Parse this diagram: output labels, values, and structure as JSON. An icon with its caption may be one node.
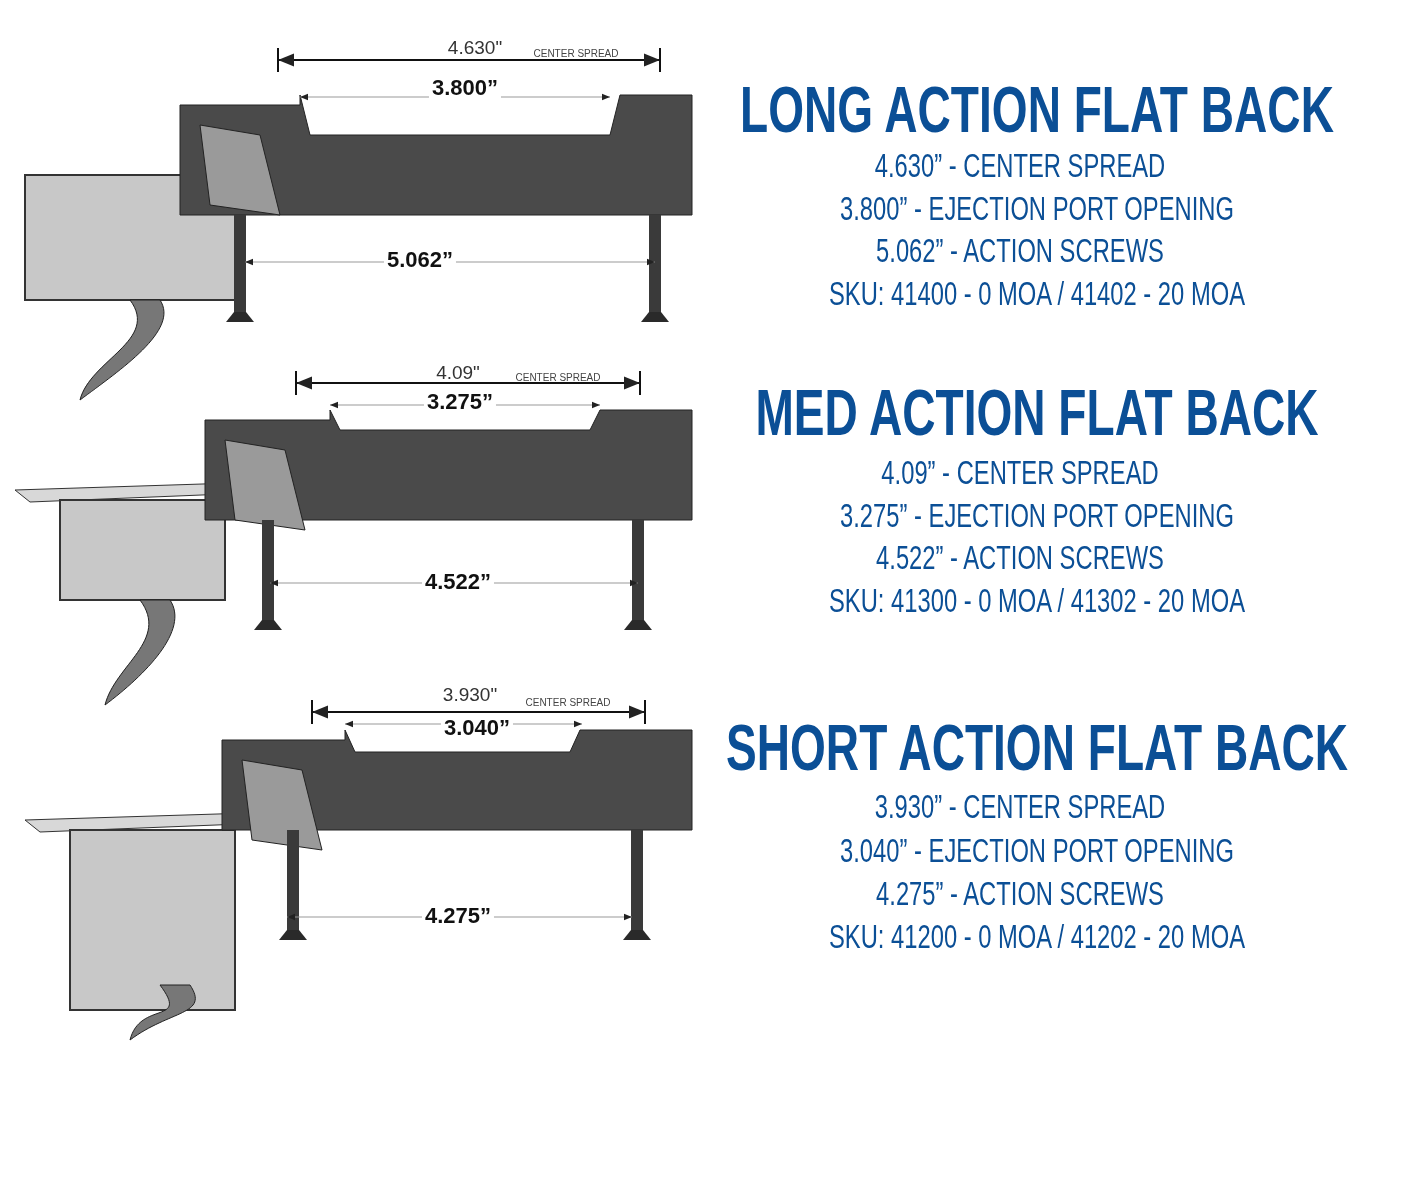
{
  "diagram": {
    "labels": [
      "4.630\"",
      "CENTER SPREAD",
      "3.800”",
      "5.062”",
      "LONG ACTION FLAT BACK",
      "4.630” - CENTER SPREAD",
      "3.800” - EJECTION PORT OPENING",
      "5.062” - ACTION SCREWS",
      "SKU: 41400 - 0 MOA / 41402 - 20 MOA",
      "4.09\"",
      "CENTER SPREAD",
      "3.275”",
      "4.522”",
      "MED ACTION FLAT BACK",
      "4.09” - CENTER SPREAD",
      "3.275” - EJECTION PORT OPENING",
      "4.522” - ACTION SCREWS",
      "SKU: 41300 - 0 MOA / 41302 - 20 MOA",
      "3.930\"",
      "CENTER SPREAD",
      "3.040”",
      "4.275”",
      "SHORT ACTION FLAT BACK",
      "3.930” - CENTER SPREAD",
      "3.040” - EJECTION PORT OPENING",
      "4.275” - ACTION SCREWS",
      "SKU: 41200 - 0 MOA / 41202 - 20 MOA"
    ]
  }
}
